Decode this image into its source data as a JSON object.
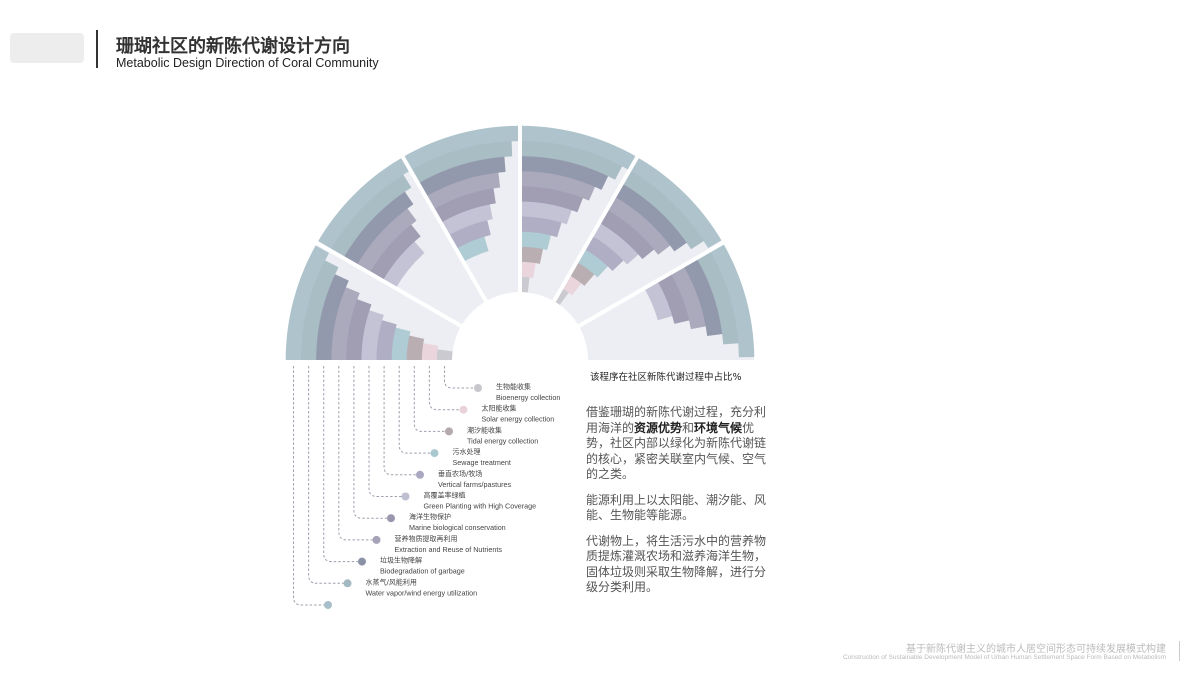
{
  "header": {
    "title_cn": "珊瑚社区的新陈代谢设计方向",
    "title_en": "Metabolic Design Direction of Coral Community"
  },
  "chart_data": {
    "type": "radial-bar",
    "caption": "该程序在社区新陈代谢过程中占比%",
    "categories": [
      {
        "cn": "生物能收集",
        "en": "Bioenergy collection",
        "color": "#c7c7cd"
      },
      {
        "cn": "太阳能收集",
        "en": "Solar energy collection",
        "color": "#e9d2da"
      },
      {
        "cn": "潮汐能收集",
        "en": "Tidal energy collection",
        "color": "#b4a9ac"
      },
      {
        "cn": "污水处理",
        "en": "Sewage treatment",
        "color": "#a9c8d0"
      },
      {
        "cn": "垂直农场/牧场",
        "en": "Vertical farms/pastures",
        "color": "#aaa8c0"
      },
      {
        "cn": "高覆盖率绿植",
        "en": "Green Planting with High Coverage",
        "color": "#c0bfd2"
      },
      {
        "cn": "海洋生物保护",
        "en": "Marine biological conservation",
        "color": "#9a96ae"
      },
      {
        "cn": "营养物质提取再利用",
        "en": "Extraction and Reuse of Nutrients",
        "color": "#a5a3b7"
      },
      {
        "cn": "垃圾生物降解",
        "en": "Biodegradation of garbage",
        "color": "#8b91a7"
      },
      {
        "cn": "水蒸气/风能利用",
        "en": "Water vapor/wind energy utilization",
        "color": "#a3b9c1"
      },
      {
        "cn": "",
        "en": "",
        "color": "#a8bfc9"
      }
    ],
    "sectors": [
      {
        "values": [
          20,
          27,
          34,
          40,
          44,
          50,
          56,
          62,
          68,
          74,
          80
        ]
      },
      {
        "values": [
          0,
          0,
          0,
          0,
          0,
          50,
          58,
          64,
          70,
          76,
          82
        ]
      },
      {
        "values": [
          0,
          0,
          0,
          38,
          46,
          52,
          58,
          64,
          70,
          76,
          82
        ]
      },
      {
        "values": [
          18,
          25,
          32,
          38,
          46,
          52,
          58,
          64,
          70,
          76,
          82
        ]
      },
      {
        "values": [
          16,
          24,
          30,
          36,
          44,
          50,
          56,
          62,
          68,
          74,
          80
        ]
      },
      {
        "values": [
          0,
          0,
          0,
          0,
          0,
          38,
          46,
          54,
          62,
          70,
          80
        ]
      }
    ]
  },
  "description": {
    "p1": {
      "a": "借鉴珊瑚的新陈代谢过程，充分利用海洋的",
      "b1": "资源优势",
      "c": "和",
      "b2": "环境气候",
      "d": "优势，社区内部以绿化为新陈代谢链的核心，紧密关联室内气候、空气的之类。"
    },
    "p2": "能源利用上以太阳能、潮汐能、风能、生物能等能源。",
    "p3": "代谢物上，将生活污水中的营养物质提炼灌溉农场和滋养海洋生物，固体垃圾则采取生物降解，进行分级分类利用。"
  },
  "footer": {
    "cn": "基于新陈代谢主义的城市人居空间形态可持续发展模式构建",
    "en": "Construction of Sustainable Development Model of Urban Human Settlement Space Form Based on Metabolism"
  }
}
